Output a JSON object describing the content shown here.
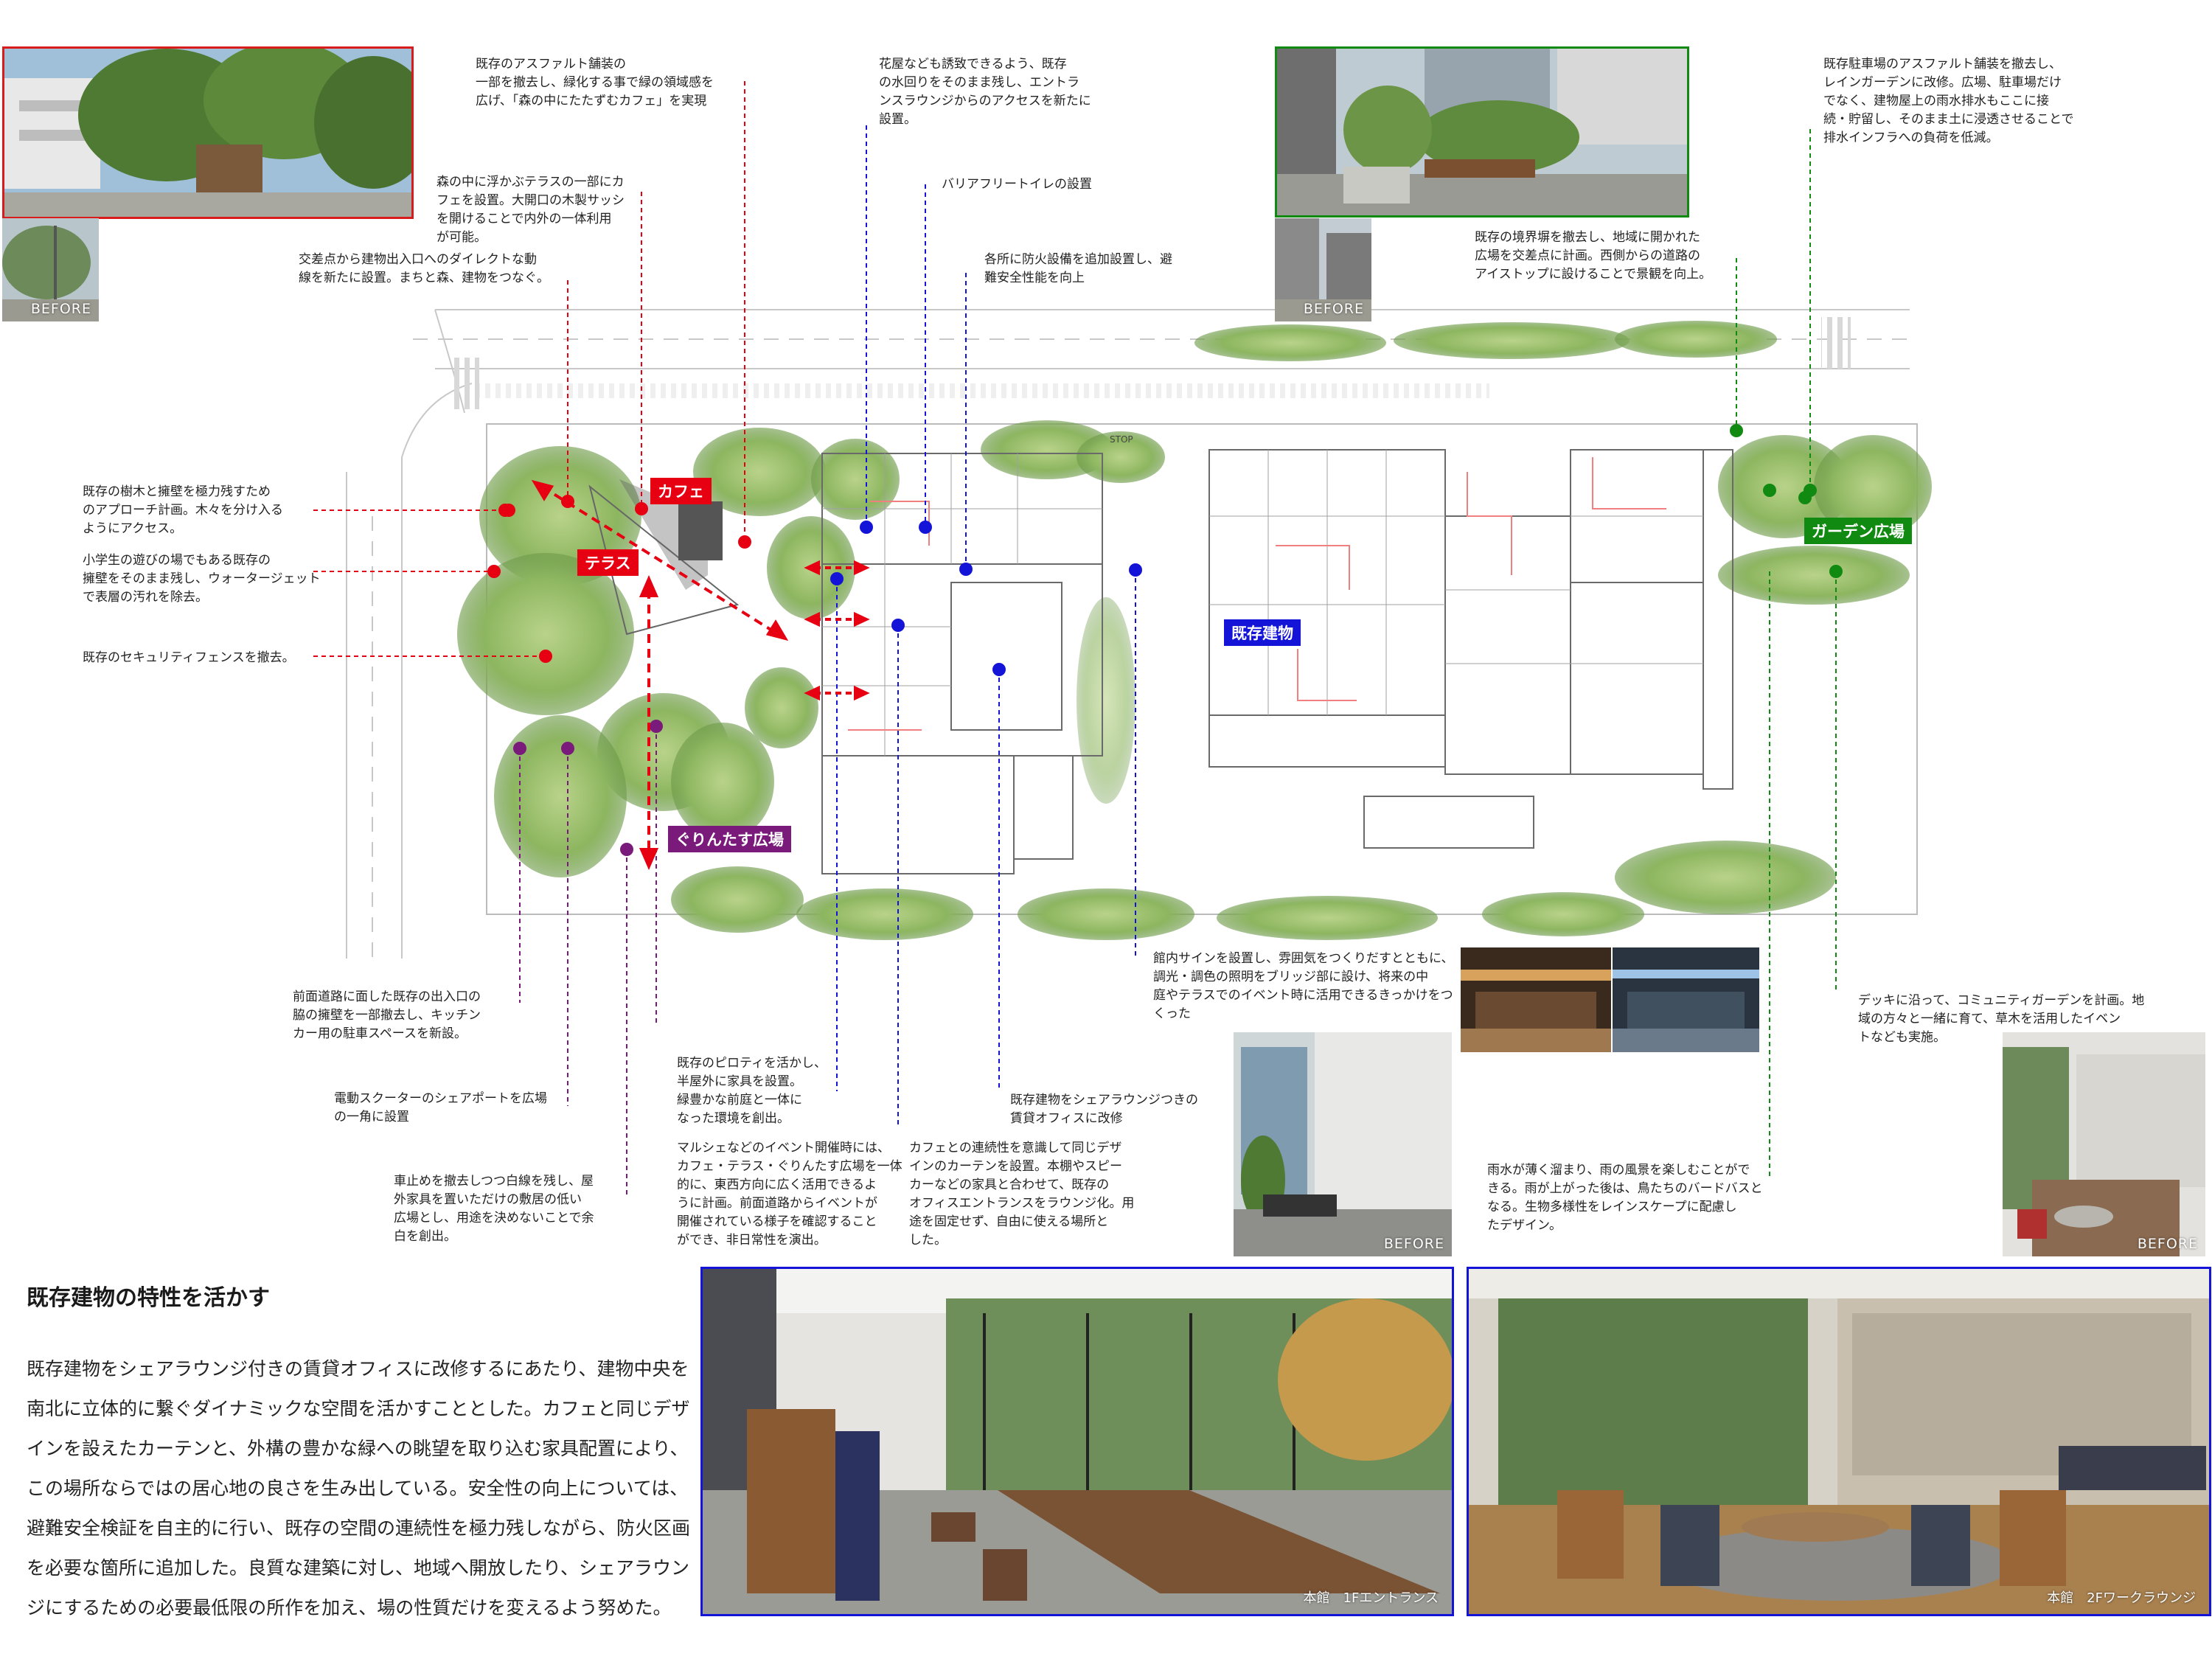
{
  "annotations": {
    "asphalt_forest": "既存のアスファルト舗装の\n一部を撤去し、緑化する事で緑の領域感を\n広げ、「森の中にたたずむカフェ」を実現",
    "terrace_cafe": "森の中に浮かぶテラスの一部にカ\nフェを設置。大開口の木製サッシ\nを開けることで内外の一体利用\nが可能。",
    "intersection_route": "交差点から建物出入口へのダイレクトな動\n線を新たに設置。まちと森、建物をつなぐ。",
    "trees_retaining": "既存の樹木と擁壁を極力残すため\nのアプローチ計画。木々を分け入る\nようにアクセス。",
    "playground_wall": "小学生の遊びの場でもある既存の\n擁壁をそのまま残し、ウォータージェット\nで表層の汚れを除去。",
    "security_fence": "既存のセキュリティフェンスを撤去。",
    "flower_shop": "花屋なども誘致できるよう、既存\nの水回りをそのまま残し、エントラ\nンスラウンジからのアクセスを新たに\n設置。",
    "barrier_free": "バリアフリートイレの設置",
    "fire_safety": "各所に防火設備を追加設置し、避\n難安全性能を向上",
    "rain_garden": "既存駐車場のアスファルト舗装を撤去し、\nレインガーデンに改修。広場、駐車場だけ\nでなく、建物屋上の雨水排水もここに接\n続・貯留し、そのまま土に浸透させることで\n排水インフラへの負荷を低減。",
    "boundary_wall": "既存の境界塀を撤去し、地域に開かれた\n広場を交差点に計画。西側からの道路の\nアイストップに設けることで景観を向上。",
    "kitchen_car": "前面道路に面した既存の出入口の\n脇の擁壁を一部撤去し、キッチン\nカー用の駐車スペースを新設。",
    "scooter_port": "電動スクーターのシェアポートを広場\nの一角に設置",
    "car_stop": "車止めを撤去しつつ白線を残し、屋\n外家具を置いただけの敷居の低い\n広場とし、用途を決めないことで余\n白を創出。",
    "piloti": "既存のピロティを活かし、\n半屋外に家具を設置。\n緑豊かな前庭と一体に\nなった環境を創出。",
    "marche": "マルシェなどのイベント開催時には、\nカフェ・テラス・ぐりんたす広場を一体\n的に、東西方向に広く活用できるよ\nうに計画。前面道路からイベントが\n開催されている様子を確認すること\nができ、非日常性を演出。",
    "share_lounge_office": "既存建物をシェアラウンジつきの\n賃貸オフィスに改修",
    "curtain": "カフェとの連続性を意識して同じデザ\nインのカーテンを設置。本棚やスピー\nカーなどの家具と合わせて、既存の\nオフィスエントランスをラウンジ化。用\n途を固定せず、自由に使える場所と\nした。",
    "signage": "館内サインを設置し、雰囲気をつくりだすとともに、\n調光・調色の照明をブリッジ部に設け、将来の中\n庭やテラスでのイベント時に活用できるきっかけをつ\nくった",
    "community_garden": "デッキに沿って、コミュニティガーデンを計画。地\n域の方々と一緒に育て、草木を活用したイベン\nトなども実施。",
    "rainwater": "雨水が薄く溜まり、雨の風景を楽しむことがで\nきる。雨が上がった後は、鳥たちのバードバスと\nなる。生物多様性をレインスケープに配慮し\nたデザイン。"
  },
  "tags": {
    "cafe": "カフェ",
    "terrace": "テラス",
    "existing_building": "既存建物",
    "garden_plaza": "ガーデン広場",
    "grintas_plaza": "ぐりんたす広場"
  },
  "before_label": "BEFORE",
  "section": {
    "title": "既存建物の特性を活かす",
    "body": "既存建物をシェアラウンジ付きの賃貸オフィスに改修するにあたり、建物中央を南北に立体的に繋ぐダイナミックな空間を活かすこととした。カフェと同じデザインを設えたカーテンと、外構の豊かな緑への眺望を取り込む家具配置により、この場所ならではの居心地の良さを生み出している。安全性の向上については、避難安全検証を自主的に行い、既存の空間の連続性を極力残しながら、防火区画を必要な箇所に追加した。良質な建築に対し、地域へ開放したり、シェアラウンジにするための必要最低限の所作を加え、場の性質だけを変えるよう努めた。"
  },
  "photos": {
    "entrance_caption": "本館　1Fエントランス",
    "lounge_caption": "本館　2Fワークラウンジ"
  },
  "colors": {
    "red": "#e60012",
    "blue": "#1414d8",
    "green": "#108a10",
    "purple": "#7a1a7a"
  }
}
